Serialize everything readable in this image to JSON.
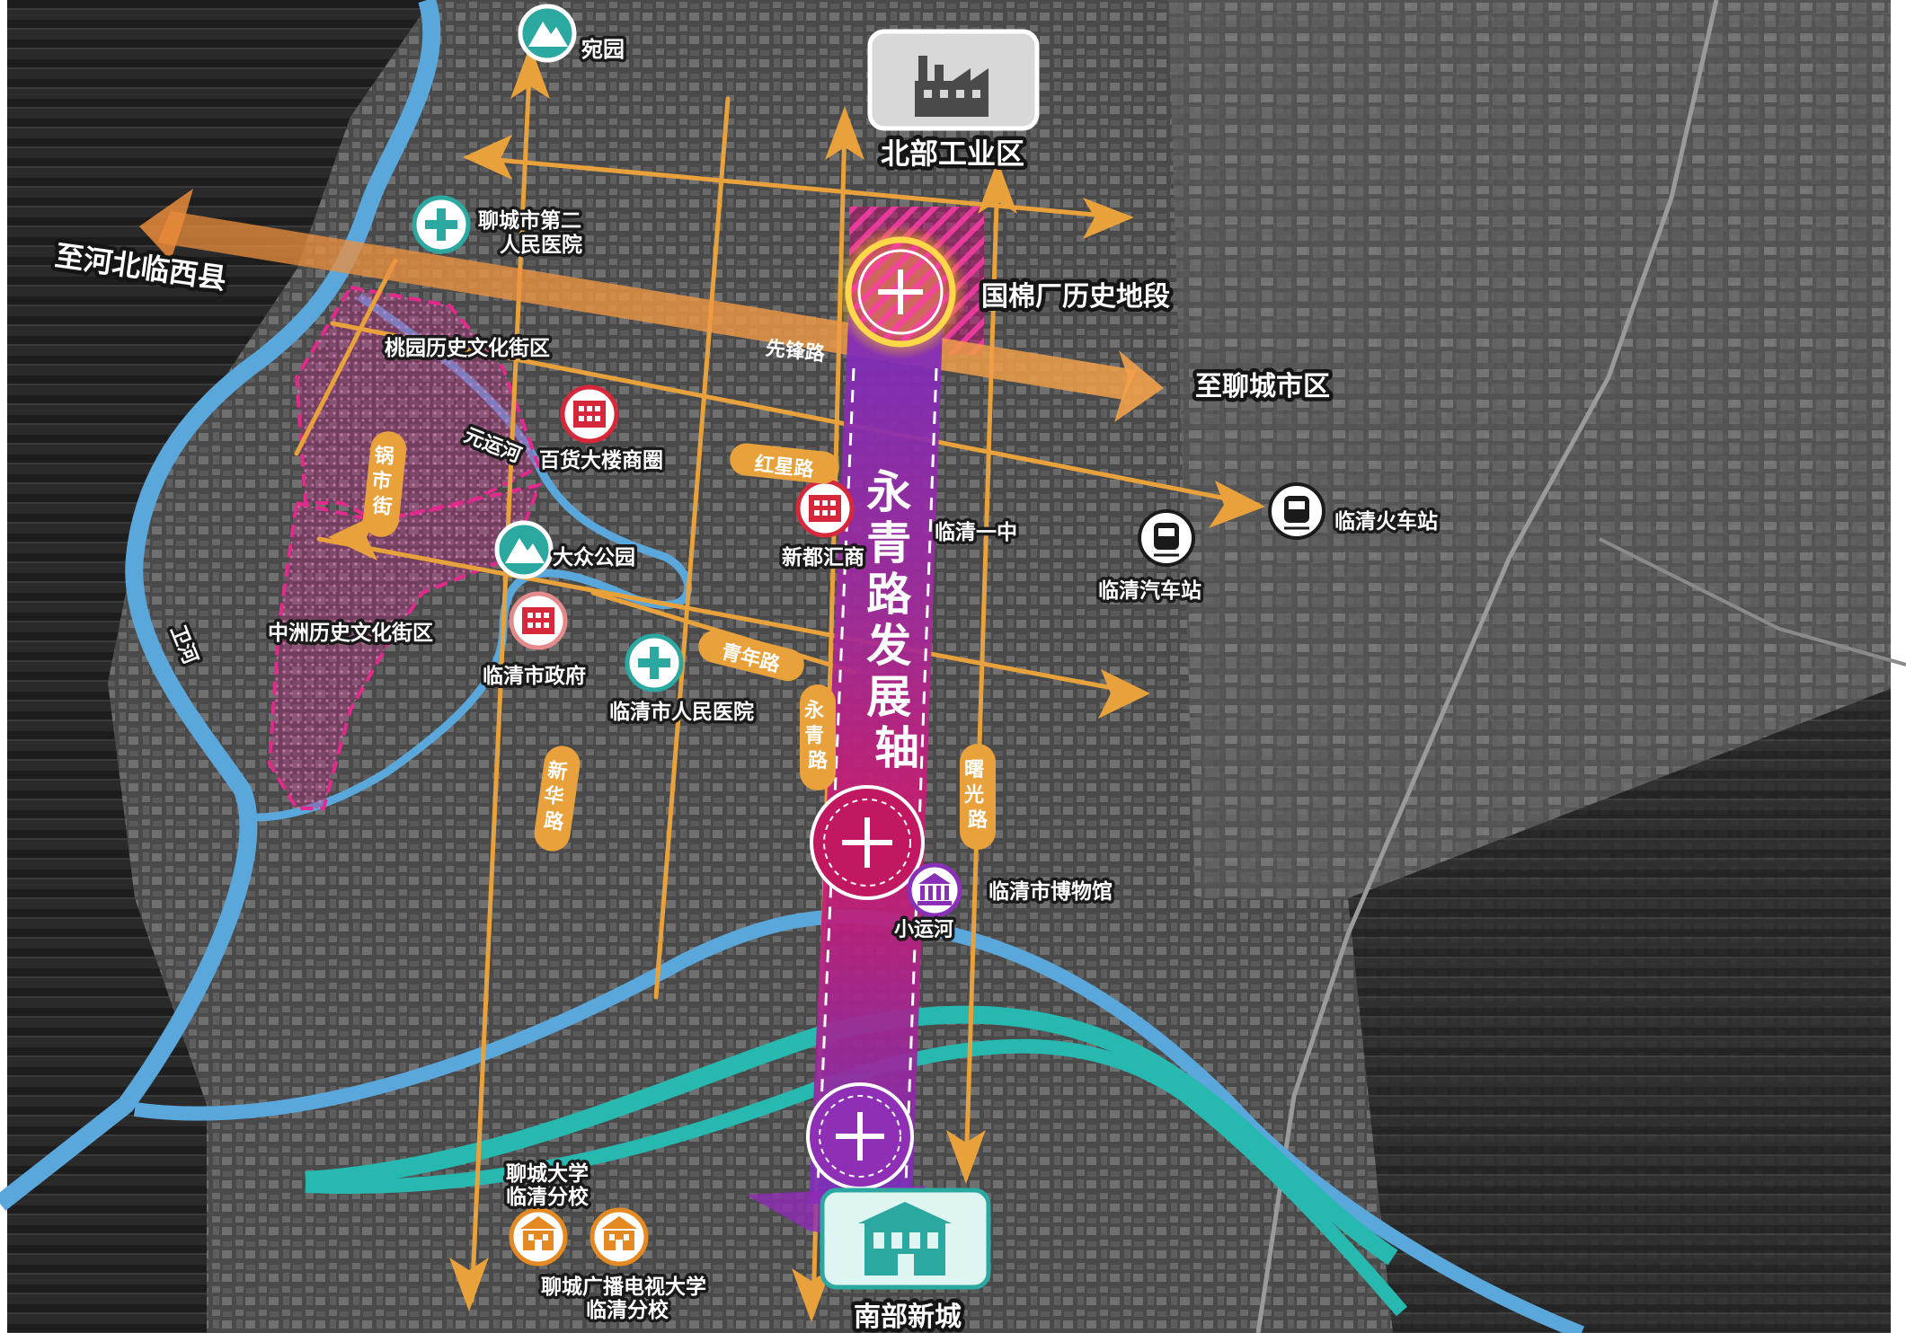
{
  "title": "永青路发展轴",
  "districts": {
    "north_industrial": "北部工业区",
    "south_new_city": "南部新城",
    "cotton_mill": "国棉厂历史地段",
    "taoyuan": "桃园历史文化街区",
    "zhongzhou": "中洲历史文化街区"
  },
  "destinations": {
    "hebei_linxi": "至河北临西县",
    "liaocheng": "至聊城市区"
  },
  "roads": {
    "xianfeng": "先锋路",
    "hongxing": "红星路",
    "qingnian": "青年路",
    "guoshi": "锅市街",
    "xinhua": "新华路",
    "yongqing": "永青路",
    "shuguang": "曙光路"
  },
  "rivers": {
    "yuanyun": "元运河",
    "weihe": "卫河",
    "xiaoyun": "小运河"
  },
  "pois": {
    "wanyuan": "宛园",
    "hospital2_line1": "聊城市第二",
    "hospital2_line2": "人民医院",
    "baihuo": "百货大楼商圈",
    "dazhong_park": "大众公园",
    "xindu": "新都汇商",
    "linqing_no1": "临清一中",
    "bus_station": "临清汽车站",
    "train_station": "临清火车站",
    "gov": "临清市政府",
    "people_hospital": "临清市人民医院",
    "museum": "临清市博物馆",
    "univ1_line1": "聊城大学",
    "univ1_line2": "临清分校",
    "univ2_line1": "聊城广播电视大学",
    "univ2_line2": "临清分校"
  },
  "colors": {
    "road": "#e9a23b",
    "axis_purple": "#8e2bb5",
    "axis_magenta": "#d01a6a",
    "river": "#5aa7dc",
    "canal_teal": "#27b8b0",
    "district_pink": "#c2217f",
    "icon_teal": "#2ba9a0",
    "icon_red": "#d6283a",
    "icon_orange": "#e58a22",
    "icon_purple": "#8a2fb8"
  },
  "icons": {
    "park": "mountain-icon",
    "hospital": "cross-icon",
    "mall": "building-icon",
    "transit": "train-icon",
    "museum": "museum-icon",
    "school": "school-icon",
    "industry": "factory-icon"
  }
}
